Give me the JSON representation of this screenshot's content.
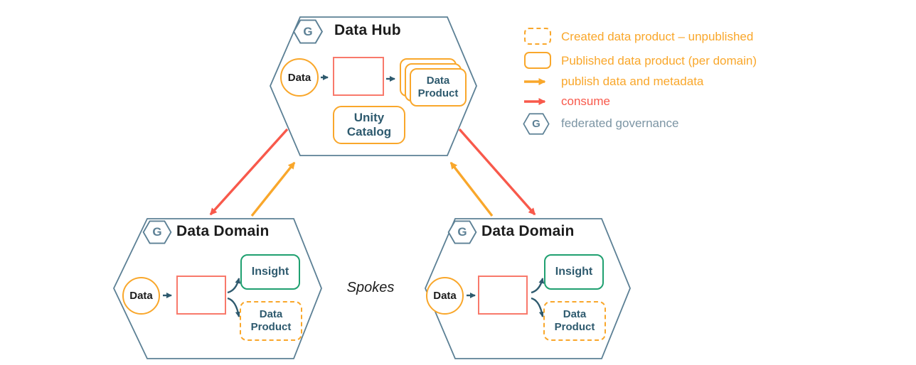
{
  "hub": {
    "badge": "G",
    "title": "Data Hub",
    "data_label": "Data",
    "data_product_label": "Data Product",
    "unity_catalog_label": "Unity Catalog"
  },
  "domains": [
    {
      "badge": "G",
      "title": "Data Domain",
      "data_label": "Data",
      "insight_label": "Insight",
      "data_product_label": "Data Product"
    },
    {
      "badge": "G",
      "title": "Data Domain",
      "data_label": "Data",
      "insight_label": "Insight",
      "data_product_label": "Data Product"
    }
  ],
  "spokes_label": "Spokes",
  "legend": {
    "items": [
      {
        "icon": "dashed-box-icon",
        "label": "Created data product – unpublished"
      },
      {
        "icon": "solid-box-icon",
        "label": "Published data product (per domain)"
      },
      {
        "icon": "publish-arrow-icon",
        "label": "publish data and metadata"
      },
      {
        "icon": "consume-arrow-icon",
        "label": "consume"
      },
      {
        "icon": "governance-hexagon-icon",
        "label": "federated governance",
        "badge": "G"
      }
    ]
  },
  "colors": {
    "orange": "#F9A72B",
    "red": "#F8594B",
    "databricks_red": "#FF3A2B",
    "slate": "#5C8095",
    "teal_text": "#2E5A6E",
    "green": "#1FA070"
  }
}
